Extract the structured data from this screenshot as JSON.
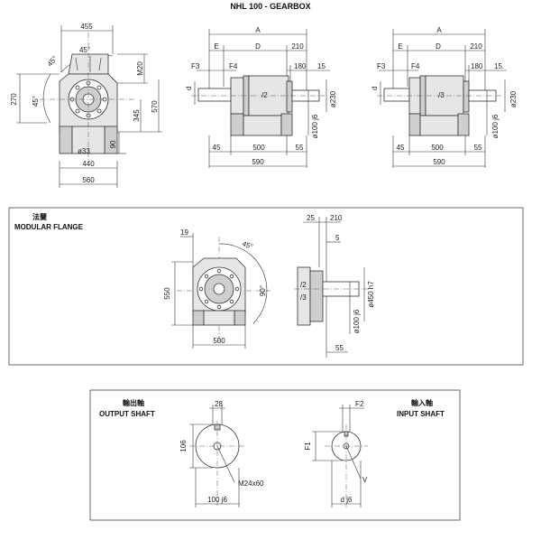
{
  "title": "NHL 100 - GEARBOX",
  "front_view": {
    "dims": {
      "top_width": "455",
      "angle_top": "45°",
      "angle_left": "45°",
      "angle_mid": "45°",
      "m20": "M20",
      "h270": "270",
      "h570": "570",
      "h345": "345",
      "h90": "90",
      "phi33": "ø33",
      "w440": "440",
      "w560": "560"
    }
  },
  "side_view_2": {
    "dims": {
      "A": "A",
      "E": "E",
      "D": "D",
      "d210": "210",
      "F3": "F3",
      "F4": "F4",
      "d180": "180",
      "d15": "15",
      "d": "d",
      "ratio": "/2",
      "phi230": "ø230",
      "phi100": "ø100 j6",
      "d45": "45",
      "d500": "500",
      "d55": "55",
      "d590": "590"
    }
  },
  "side_view_3": {
    "dims": {
      "A": "A",
      "E": "E",
      "D": "D",
      "d210": "210",
      "F3": "F3",
      "F4": "F4",
      "d180": "180",
      "d15": "15.",
      "d": "d",
      "ratio": "/3",
      "phi230": "ø230",
      "phi100": "ø100 j6",
      "d45": "45",
      "d500": "500",
      "d55": "55",
      "d590": "590"
    }
  },
  "modular_flange": {
    "label_cn": "法蘭",
    "label_en": "MODULAR FLANGE",
    "dims": {
      "d19": "19",
      "angle45": "45°",
      "h550": "550",
      "angle90": "90°",
      "w500": "500",
      "d25": "25",
      "d210": "210",
      "d5": "5",
      "r2": "/2",
      "r3": "/3",
      "phi450": "ø450 h7",
      "phi100": "ø100 j6",
      "d55": "55"
    }
  },
  "output_shaft": {
    "label_cn": "輸出軸",
    "label_en": "OUTPUT SHAFT",
    "dims": {
      "d28": "28",
      "d106": "106",
      "m24": "M24x60",
      "d100": "100 j6"
    }
  },
  "input_shaft": {
    "label_cn": "輸入軸",
    "label_en": "INPUT SHAFT",
    "dims": {
      "F2": "F2",
      "F1": "F1",
      "V": "V",
      "dj6": "d j6"
    }
  }
}
